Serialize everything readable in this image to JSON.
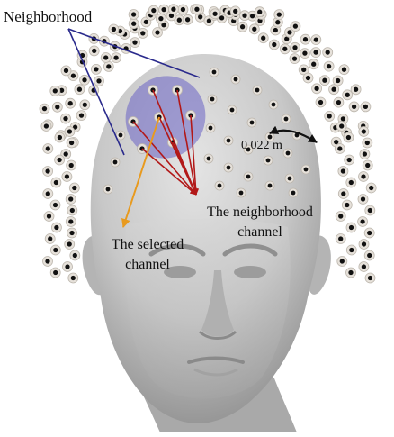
{
  "labels": {
    "neighborhood": "Neighborhood",
    "distance": "0.022 m",
    "neighborhood_channel_line1": "The neighborhood",
    "neighborhood_channel_line2": "channel",
    "selected_channel_line1": "The selected",
    "selected_channel_line2": "channel"
  },
  "colors": {
    "background": "#ffffff",
    "head_skin": "#c4c4c4",
    "electrode_ring": "#e6e1da",
    "electrode_center": "#111111",
    "neighborhood_fill": "#6a62c4",
    "neighborhood_lines": "#2a2a8c",
    "neighborhood_arrows": "#b21818",
    "selected_arrow": "#e89a1e",
    "distance_arrow": "#111111"
  }
}
